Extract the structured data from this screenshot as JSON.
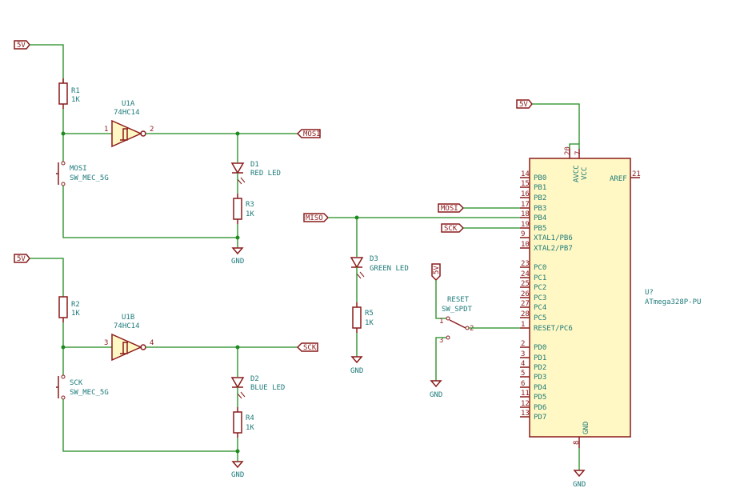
{
  "power": {
    "v5": "5V",
    "gnd": "GND"
  },
  "nets": {
    "mosi": "MOSI",
    "sck": "SCK",
    "miso": "MISO"
  },
  "r1": {
    "ref": "R1",
    "val": "1K"
  },
  "r2": {
    "ref": "R2",
    "val": "1K"
  },
  "r3": {
    "ref": "R3",
    "val": "1K"
  },
  "r4": {
    "ref": "R4",
    "val": "1K"
  },
  "r5": {
    "ref": "R5",
    "val": "1K"
  },
  "u1a": {
    "ref": "U1A",
    "val": "74HC14",
    "pin_in": "1",
    "pin_out": "2"
  },
  "u1b": {
    "ref": "U1B",
    "val": "74HC14",
    "pin_in": "3",
    "pin_out": "4"
  },
  "d1": {
    "ref": "D1",
    "val": "RED LED"
  },
  "d2": {
    "ref": "D2",
    "val": "BLUE LED"
  },
  "d3": {
    "ref": "D3",
    "val": "GREEN LED"
  },
  "sw_mosi": {
    "ref": "MOSI",
    "val": "SW_MEC_5G"
  },
  "sw_sck": {
    "ref": "SCK",
    "val": "SW_MEC_5G"
  },
  "sw_reset": {
    "ref": "RESET",
    "val": "SW_SPDT",
    "p1": "1",
    "p2": "2",
    "p3": "3"
  },
  "mcu": {
    "ref": "U?",
    "val": "ATmega328P-PU",
    "left_pins": [
      {
        "num": "14",
        "name": "PB0"
      },
      {
        "num": "15",
        "name": "PB1"
      },
      {
        "num": "16",
        "name": "PB2"
      },
      {
        "num": "17",
        "name": "PB3"
      },
      {
        "num": "18",
        "name": "PB4"
      },
      {
        "num": "19",
        "name": "PB5"
      },
      {
        "num": "9",
        "name": "XTAL1/PB6"
      },
      {
        "num": "10",
        "name": "XTAL2/PB7"
      },
      {
        "num": "23",
        "name": "PC0"
      },
      {
        "num": "24",
        "name": "PC1"
      },
      {
        "num": "25",
        "name": "PC2"
      },
      {
        "num": "26",
        "name": "PC3"
      },
      {
        "num": "27",
        "name": "PC4"
      },
      {
        "num": "28",
        "name": "PC5"
      },
      {
        "num": "1",
        "name": "RESET/PC6"
      },
      {
        "num": "2",
        "name": "PD0"
      },
      {
        "num": "3",
        "name": "PD1"
      },
      {
        "num": "4",
        "name": "PD2"
      },
      {
        "num": "5",
        "name": "PD3"
      },
      {
        "num": "6",
        "name": "PD4"
      },
      {
        "num": "11",
        "name": "PD5"
      },
      {
        "num": "12",
        "name": "PD6"
      },
      {
        "num": "13",
        "name": "PD7"
      }
    ],
    "top_pins": [
      {
        "num": "20",
        "name": "AVCC"
      },
      {
        "num": "7",
        "name": "VCC"
      }
    ],
    "right_pin": {
      "num": "21",
      "name": "AREF"
    },
    "bottom_pin": {
      "num": "8",
      "name": "GND"
    }
  }
}
